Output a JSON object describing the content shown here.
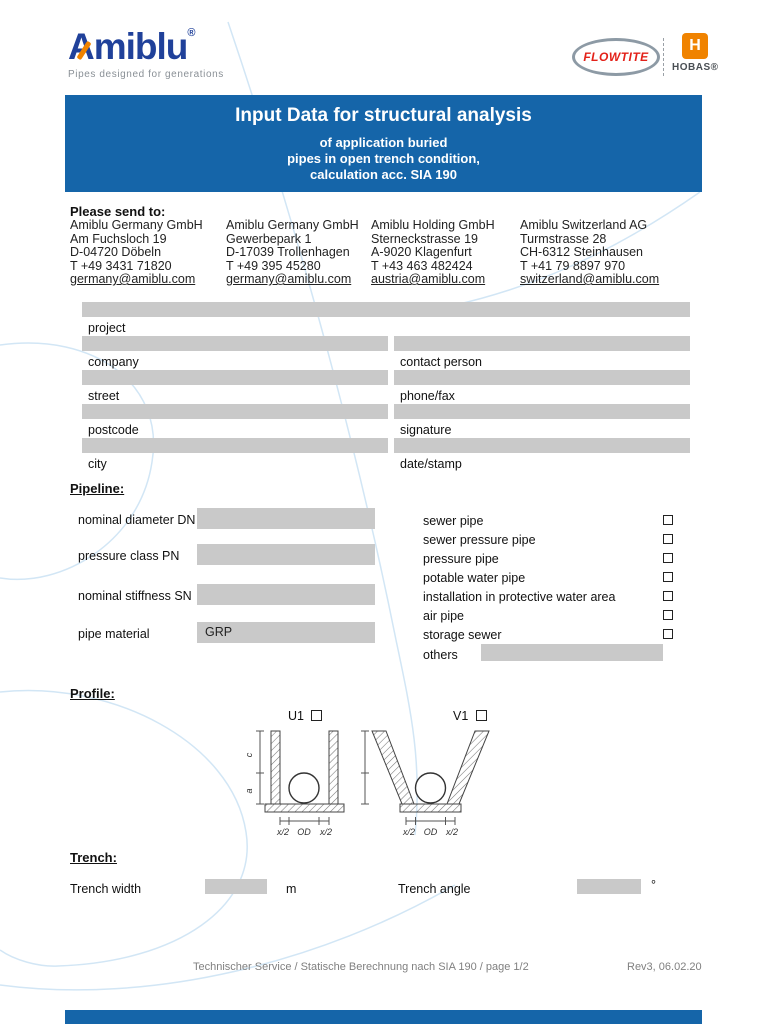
{
  "colors": {
    "banner_blue": "#1565a9",
    "field_gray": "#c9c9c9",
    "brand_blue": "#20419a",
    "accent_orange": "#f08300",
    "flowtite_red": "#e32119"
  },
  "logos": {
    "amiblu_wordmark": "Amiblu",
    "amiblu_reg": "®",
    "amiblu_tagline": "Pipes designed for generations",
    "flowtite": "FLOWTITE",
    "hobas_letter": "H",
    "hobas": "HOBAS®"
  },
  "banner": {
    "title": "Input Data for structural analysis",
    "subtitle_line1": "of application buried",
    "subtitle_line2": "pipes in open trench condition,",
    "subtitle_line3": "calculation acc.  SIA 190"
  },
  "send_to": {
    "heading": "Please send to:",
    "contacts": [
      {
        "name": "Amiblu Germany GmbH",
        "line2": "Am Fuchsloch 19",
        "line3": "D-04720 Döbeln",
        "line4": "T +49 3431 71820",
        "email": "germany@amiblu.com"
      },
      {
        "name": "Amiblu Germany GmbH",
        "line2": "Gewerbepark 1",
        "line3": "D-17039 Trollenhagen",
        "line4": "T +49 395 45280",
        "email": "germany@amiblu.com"
      },
      {
        "name": "Amiblu Holding GmbH",
        "line2": "Sterneckstrasse 19",
        "line3": "A-9020 Klagenfurt",
        "line4": "T +43 463 482424",
        "email": "austria@amiblu.com"
      },
      {
        "name": "Amiblu Switzerland AG",
        "line2": "Turmstrasse 28",
        "line3": "CH-6312 Steinhausen",
        "line4": "T +41 79 8897 970",
        "email": "switzerland@amiblu.com"
      }
    ]
  },
  "project_form": {
    "rows": [
      {
        "left_label": "project"
      },
      {
        "left_label": "company",
        "right_label": "contact person"
      },
      {
        "left_label": "street",
        "right_label": "phone/fax"
      },
      {
        "left_label": "postcode",
        "right_label": "signature"
      },
      {
        "left_label": "city",
        "right_label": "date/stamp"
      }
    ],
    "values": {
      "project": "",
      "company": "",
      "contact_person": "",
      "street": "",
      "phone_fax": "",
      "postcode": "",
      "signature": "",
      "city": "",
      "date_stamp": ""
    }
  },
  "pipeline": {
    "heading": "Pipeline:",
    "fields": [
      {
        "label": "nominal diameter DN",
        "value": ""
      },
      {
        "label": "pressure class PN",
        "value": ""
      },
      {
        "label": "nominal stiffness SN",
        "value": ""
      },
      {
        "label": "pipe material",
        "value": "GRP"
      }
    ],
    "checkboxes": [
      {
        "label": "sewer pipe",
        "checked": false
      },
      {
        "label": "sewer pressure pipe",
        "checked": false
      },
      {
        "label": "pressure pipe",
        "checked": false
      },
      {
        "label": "potable water pipe",
        "checked": false
      },
      {
        "label": "installation in protective water area",
        "checked": false
      },
      {
        "label": "air pipe",
        "checked": false
      },
      {
        "label": "storage sewer",
        "checked": false
      }
    ],
    "others_label": "others",
    "others_value": ""
  },
  "profile": {
    "heading": "Profile:",
    "u1_label": "U1",
    "u1_checked": false,
    "v1_label": "V1",
    "v1_checked": false,
    "diagram_labels": {
      "c": "c",
      "a": "a",
      "x2": "x/2",
      "od": "OD"
    }
  },
  "trench": {
    "heading": "Trench:",
    "width_label": "Trench width",
    "width_value": "",
    "width_unit": "m",
    "angle_label": "Trench angle",
    "angle_value": "",
    "angle_unit": "°"
  },
  "footer": {
    "center": "Technischer Service / Statische Berechnung nach SIA 190 / page 1/2",
    "right": "Rev3, 06.02.20"
  }
}
